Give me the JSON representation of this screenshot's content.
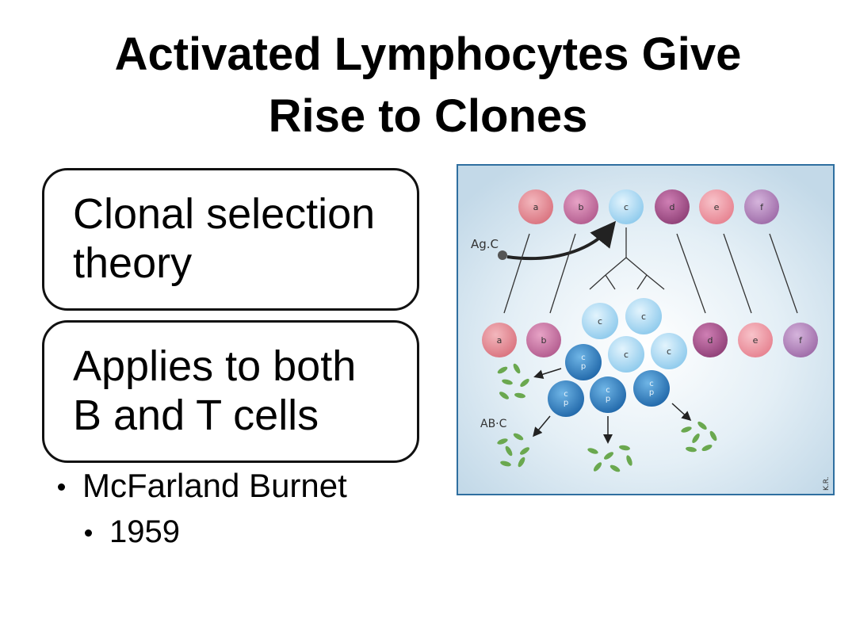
{
  "slide": {
    "title_line1": "Activated Lymphocytes Give",
    "title_line2": "Rise to Clones",
    "box1": {
      "line1": "Clonal selection",
      "line2": "theory"
    },
    "box2": {
      "line1": "Applies to both",
      "line2": "B and T cells"
    },
    "bullets": {
      "level1": "McFarland Burnet",
      "level2": "1959"
    }
  },
  "figure": {
    "top_row_labels": [
      "a",
      "b",
      "c",
      "d",
      "e",
      "f"
    ],
    "antigen_label": "Ag.C",
    "antibody_label": "AB·C",
    "clone_label": "c",
    "plasma_label": "c\np",
    "plasma_label_top": "c",
    "plasma_label_bottom": "p",
    "artist_initials": "K.R.",
    "colors": {
      "a": "#d9727e",
      "b": "#b25b8e",
      "c": "#8cc9ec",
      "d": "#8e3f76",
      "e": "#e6818f",
      "f": "#9d6aa7",
      "plasma": "#1f76b8",
      "antibody": "#6aa84f",
      "frame": "#2f6fa0"
    }
  }
}
